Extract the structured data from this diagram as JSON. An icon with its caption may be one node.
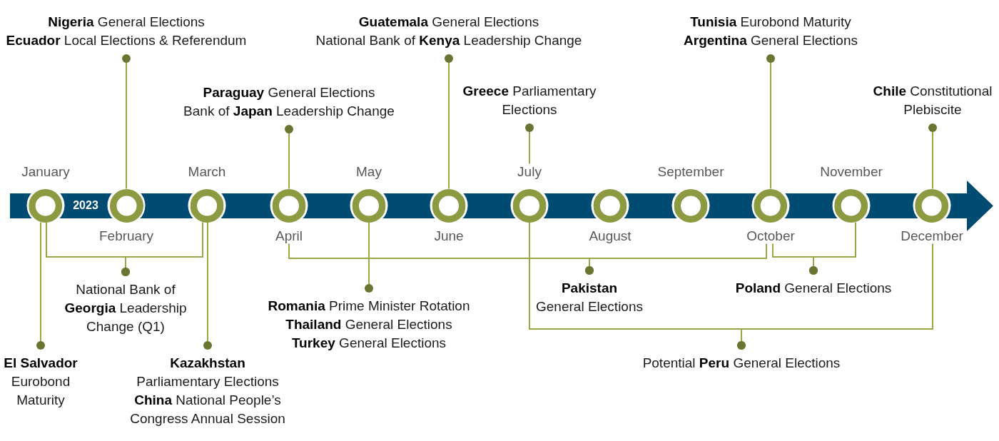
{
  "diagram": {
    "nodes": [
      {
        "text": [
          "**Nigeria** General Elections",
          "**Ecuador** Local Elections & Referendum"
        ]
      },
      {
        "text": [
          "**Guatemala** General Elections",
          "National Bank of **Kenya** Leadership Change"
        ]
      },
      {
        "text": [
          "**Tunisia** Eurobond Maturity",
          "**Argentina** General Elections"
        ]
      },
      {
        "text": [
          "**Paraguay** General Elections",
          "Bank of **Japan** Leadership Change"
        ]
      },
      {
        "text": [
          "**Greece** Parliamentary Elections"
        ]
      },
      {
        "text": [
          "**Chile** Constitutional Plebiscite"
        ]
      },
      {
        "text": [],
        "shape": "ring",
        "beside": [
          "January"
        ]
      },
      {
        "text": [],
        "shape": "ring",
        "beside": [
          "February"
        ]
      },
      {
        "text": [],
        "shape": "ring",
        "beside": [
          "March"
        ]
      },
      {
        "text": [],
        "shape": "ring",
        "beside": [
          "April"
        ]
      },
      {
        "text": [],
        "shape": "ring",
        "beside": [
          "May"
        ]
      },
      {
        "text": [],
        "shape": "ring",
        "beside": [
          "June"
        ]
      },
      {
        "text": [],
        "shape": "ring",
        "beside": [
          "July"
        ]
      },
      {
        "text": [],
        "shape": "ring",
        "beside": [
          "August"
        ]
      },
      {
        "text": [],
        "shape": "ring",
        "beside": [
          "September"
        ]
      },
      {
        "text": [],
        "shape": "ring",
        "beside": [
          "October"
        ]
      },
      {
        "text": [],
        "shape": "ring",
        "beside": [
          "November"
        ]
      },
      {
        "text": [],
        "shape": "ring",
        "beside": [
          "December"
        ]
      },
      {
        "text": [
          "National Bank of **Georgia** Leadership Change (Q1)"
        ]
      },
      {
        "text": [
          "**Pakistan** General Elections"
        ]
      },
      {
        "text": [
          "**Poland** General Elections"
        ]
      },
      {
        "text": [
          "**Romania** Prime Minister Rotation",
          "**Thailand** General Elections",
          "**Turkey** General Elections"
        ]
      },
      {
        "text": [
          "**El Salvador** Eurobond Maturity"
        ]
      },
      {
        "text": [
          "**Kazakhstan** Parliamentary Elections",
          "**China** National People’s Congress Annual Session"
        ]
      },
      {
        "text": [
          "Potential **Peru** General Elections"
        ]
      }
    ],
    "edges": [
      {
        "from": 0,
        "to": 7,
        "arrow": "other"
      },
      {
        "from": 1,
        "to": 11,
        "arrow": "other"
      },
      {
        "from": 2,
        "to": 15,
        "arrow": "other"
      },
      {
        "from": 3,
        "to": 9,
        "arrow": "other"
      },
      {
        "from": 4,
        "to": 12,
        "arrow": "other"
      },
      {
        "from": 5,
        "to": 17,
        "arrow": "other"
      },
      {
        "from": 18,
        "to": 6,
        "arrow": "other"
      },
      {
        "from": 18,
        "to": 8,
        "arrow": "other"
      },
      {
        "from": 19,
        "to": 9,
        "arrow": "other"
      },
      {
        "from": 19,
        "to": 15,
        "arrow": "other"
      },
      {
        "from": 20,
        "to": 15,
        "arrow": "other"
      },
      {
        "from": 20,
        "to": 16,
        "arrow": "other"
      },
      {
        "from": 21,
        "to": 10,
        "arrow": "other"
      },
      {
        "from": 22,
        "to": 6,
        "arrow": "other"
      },
      {
        "from": 23,
        "to": 8,
        "arrow": "other"
      },
      {
        "from": 24,
        "to": 12,
        "arrow": "other"
      },
      {
        "from": 24,
        "to": 17,
        "arrow": "other"
      }
    ],
    "labels": [
      "2023"
    ]
  }
}
